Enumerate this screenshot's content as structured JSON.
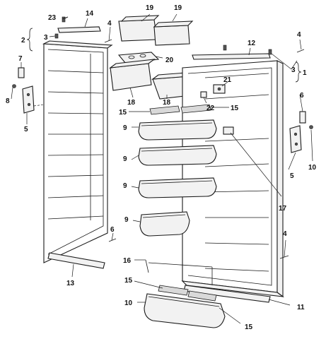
{
  "callouts": {
    "c1": "1",
    "c2": "2",
    "c3a": "3",
    "c3b": "3",
    "c4a": "4",
    "c4b": "4",
    "c4c": "4",
    "c5a": "5",
    "c5b": "5",
    "c6a": "6",
    "c6b": "6",
    "c7": "7",
    "c8": "8",
    "c9a": "9",
    "c9b": "9",
    "c9c": "9",
    "c9d": "9",
    "c10a": "10",
    "c10b": "10",
    "c11": "11",
    "c12": "12",
    "c13": "13",
    "c14": "14",
    "c15a": "15",
    "c15b": "15",
    "c15c": "15",
    "c15d": "15",
    "c16": "16",
    "c17": "17",
    "c18a": "18",
    "c18b": "18",
    "c19a": "19",
    "c19b": "19",
    "c20": "20",
    "c21": "21",
    "c22": "22",
    "c23": "23"
  }
}
